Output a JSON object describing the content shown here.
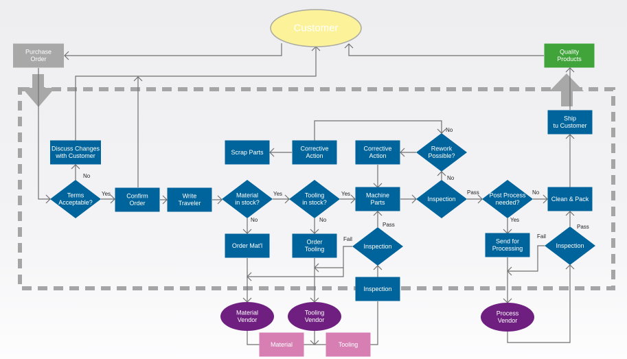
{
  "colors": {
    "process": "#00649c",
    "decision": "#00649c",
    "vendor": "#6e1f7f",
    "supply": "#d77fb3",
    "customer_fill": "#fcf29a",
    "customer_stroke": "#a9a9a0",
    "purchase_order": "#a8a8a8",
    "quality_products": "#41a43a",
    "connector": "#6f6f6f",
    "boundary": "#a5a5a5"
  },
  "nodes": [
    {
      "id": "customer",
      "type": "ellipse",
      "lines": [
        "Customer"
      ]
    },
    {
      "id": "purchase-order",
      "type": "input",
      "lines": [
        "Purchase",
        "Order"
      ]
    },
    {
      "id": "quality-products",
      "type": "output",
      "lines": [
        "Quality",
        "Products"
      ]
    },
    {
      "id": "discuss-changes",
      "type": "process",
      "lines": [
        "Discuss Changes",
        "with Customer"
      ]
    },
    {
      "id": "terms-acceptable",
      "type": "decision",
      "lines": [
        "Terms",
        "Acceptable?"
      ]
    },
    {
      "id": "confirm-order",
      "type": "process",
      "lines": [
        "Confirm",
        "Order"
      ]
    },
    {
      "id": "write-traveler",
      "type": "process",
      "lines": [
        "Write",
        "Traveler"
      ]
    },
    {
      "id": "material-in-stock",
      "type": "decision",
      "lines": [
        "Material",
        "in stock?"
      ]
    },
    {
      "id": "tooling-in-stock",
      "type": "decision",
      "lines": [
        "Tooling",
        "in stock?"
      ]
    },
    {
      "id": "machine-parts",
      "type": "process",
      "lines": [
        "Machine",
        "Parts"
      ]
    },
    {
      "id": "inspection-main",
      "type": "decision",
      "lines": [
        "Inspection"
      ]
    },
    {
      "id": "post-process-needed",
      "type": "decision",
      "lines": [
        "Post Process",
        "needed?"
      ]
    },
    {
      "id": "clean-pack",
      "type": "process",
      "lines": [
        "Clean & Pack"
      ]
    },
    {
      "id": "ship-to-customer",
      "type": "process",
      "lines": [
        "Ship",
        "tu Customer"
      ]
    },
    {
      "id": "scrap-parts",
      "type": "process",
      "lines": [
        "Scrap Parts"
      ]
    },
    {
      "id": "corrective-action-1",
      "type": "process",
      "lines": [
        "Corrective",
        "Action"
      ]
    },
    {
      "id": "corrective-action-2",
      "type": "process",
      "lines": [
        "Corrective",
        "Action"
      ]
    },
    {
      "id": "rework-possible",
      "type": "decision",
      "lines": [
        "Rework",
        "Possible?"
      ]
    },
    {
      "id": "order-material",
      "type": "process",
      "lines": [
        "Order Mat'l"
      ]
    },
    {
      "id": "order-tooling",
      "type": "process",
      "lines": [
        "Order",
        "Tooling"
      ]
    },
    {
      "id": "inspection-incoming",
      "type": "decision",
      "lines": [
        "Inspection"
      ]
    },
    {
      "id": "inspection-receiving",
      "type": "process",
      "lines": [
        "Inspection"
      ]
    },
    {
      "id": "send-for-processing",
      "type": "process",
      "lines": [
        "Send for",
        "Processing"
      ]
    },
    {
      "id": "inspection-post",
      "type": "decision",
      "lines": [
        "Inspection"
      ]
    },
    {
      "id": "material-vendor",
      "type": "vendor",
      "lines": [
        "Material",
        "Vendor"
      ]
    },
    {
      "id": "tooling-vendor",
      "type": "vendor",
      "lines": [
        "Tooling",
        "Vendor"
      ]
    },
    {
      "id": "process-vendor",
      "type": "vendor",
      "lines": [
        "Process",
        "Vendor"
      ]
    },
    {
      "id": "material",
      "type": "supply",
      "lines": [
        "Material"
      ]
    },
    {
      "id": "tooling",
      "type": "supply",
      "lines": [
        "Tooling"
      ]
    }
  ],
  "edges": [
    {
      "from": "customer",
      "to": "purchase-order",
      "label": ""
    },
    {
      "from": "purchase-order",
      "to": "terms-acceptable",
      "label": ""
    },
    {
      "from": "terms-acceptable",
      "to": "discuss-changes",
      "label": "No"
    },
    {
      "from": "discuss-changes",
      "to": "customer",
      "label": ""
    },
    {
      "from": "terms-acceptable",
      "to": "confirm-order",
      "label": "Yes"
    },
    {
      "from": "confirm-order",
      "to": "customer",
      "label": ""
    },
    {
      "from": "confirm-order",
      "to": "write-traveler",
      "label": ""
    },
    {
      "from": "write-traveler",
      "to": "material-in-stock",
      "label": ""
    },
    {
      "from": "material-in-stock",
      "to": "tooling-in-stock",
      "label": "Yes"
    },
    {
      "from": "material-in-stock",
      "to": "order-material",
      "label": "No"
    },
    {
      "from": "tooling-in-stock",
      "to": "machine-parts",
      "label": "Yes"
    },
    {
      "from": "tooling-in-stock",
      "to": "order-tooling",
      "label": "No"
    },
    {
      "from": "machine-parts",
      "to": "inspection-main",
      "label": ""
    },
    {
      "from": "inspection-main",
      "to": "post-process-needed",
      "label": "Pass"
    },
    {
      "from": "inspection-main",
      "to": "rework-possible",
      "label": "No"
    },
    {
      "from": "rework-possible",
      "to": "corrective-action-2",
      "label": ""
    },
    {
      "from": "corrective-action-2",
      "to": "machine-parts",
      "label": ""
    },
    {
      "from": "corrective-action-1",
      "to": "rework-possible",
      "label": "No"
    },
    {
      "from": "corrective-action-1",
      "to": "scrap-parts",
      "label": ""
    },
    {
      "from": "post-process-needed",
      "to": "clean-pack",
      "label": "No"
    },
    {
      "from": "post-process-needed",
      "to": "send-for-processing",
      "label": "Yes"
    },
    {
      "from": "clean-pack",
      "to": "ship-to-customer",
      "label": ""
    },
    {
      "from": "ship-to-customer",
      "to": "quality-products",
      "label": ""
    },
    {
      "from": "quality-products",
      "to": "customer",
      "label": ""
    },
    {
      "from": "order-material",
      "to": "material-vendor",
      "label": ""
    },
    {
      "from": "order-tooling",
      "to": "tooling-vendor",
      "label": ""
    },
    {
      "from": "material-vendor",
      "to": "material",
      "label": ""
    },
    {
      "from": "tooling-vendor",
      "to": "tooling",
      "label": ""
    },
    {
      "from": "tooling",
      "to": "inspection-receiving",
      "label": ""
    },
    {
      "from": "inspection-receiving",
      "to": "inspection-incoming",
      "label": ""
    },
    {
      "from": "inspection-incoming",
      "to": "machine-parts",
      "label": "Pass"
    },
    {
      "from": "inspection-incoming",
      "to": "material-vendor",
      "label": "Fail"
    },
    {
      "from": "send-for-processing",
      "to": "process-vendor",
      "label": ""
    },
    {
      "from": "process-vendor",
      "to": "inspection-post",
      "label": ""
    },
    {
      "from": "inspection-post",
      "to": "clean-pack",
      "label": "Pass"
    },
    {
      "from": "inspection-post",
      "to": "process-vendor",
      "label": "Fail"
    }
  ],
  "edge_labels": {
    "yes": "Yes",
    "no": "No",
    "pass": "Pass",
    "fail": "Fail"
  }
}
